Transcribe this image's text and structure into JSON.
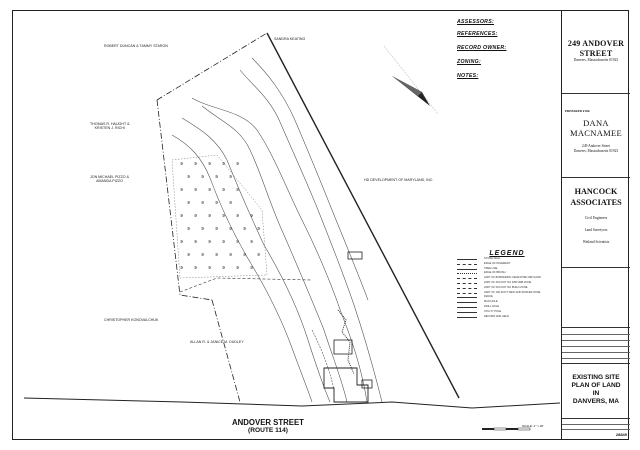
{
  "title_block": {
    "project_name_line1": "249 ANDOVER",
    "project_name_line2": "STREET",
    "project_location": "Danvers, Massachusetts 01923",
    "prepared_for_label": "PREPARED FOR",
    "client_line1": "DANA",
    "client_line2": "MACNAMEE",
    "client_address1": "249 Andover Street",
    "client_address2": "Danvers, Massachusetts 01923",
    "firm_line1": "HANCOCK",
    "firm_line2": "ASSOCIATES",
    "firm_services": [
      "Civil Engineers",
      "Land Surveyors",
      "Wetland Scientists"
    ],
    "drawing_title_line1": "EXISTING SITE",
    "drawing_title_line2": "PLAN OF LAND",
    "drawing_title_line3": "IN",
    "drawing_title_line4": "DANVERS, MA",
    "sheet_number": "28849"
  },
  "notes": {
    "assessors_heading": "ASSESSORS:",
    "references_heading": "REFERENCES:",
    "record_owner_heading": "RECORD OWNER:",
    "zoning_heading": "ZONING:",
    "notes_heading": "NOTES:"
  },
  "abutters": {
    "duncan": [
      "ROBERT DUNCAN & TAMMY STARON"
    ],
    "keating": [
      "SANDRA KEATING"
    ],
    "haught": [
      "THOMAS R. HAUGHT &",
      "KRISTEN J. RICHI"
    ],
    "pizzo": [
      "JON MICHAEL PIZZO &",
      "AMANDA PIZZO"
    ],
    "development": [
      "HD DEVELOPMENT OF MARYLAND, INC."
    ],
    "konovalchuk": [
      "CHRISTOPHER KONOVALCHUK"
    ],
    "dudley": [
      "ALLAN R. & JANICE M. DUDLEY"
    ]
  },
  "legend": {
    "title": "LEGEND",
    "items": [
      "STONE WALL",
      "EDGE OF PAVEMENT",
      "TREE LINE",
      "EDGE OF BRUSH",
      "LIMIT OF BORDERING VEGETATED WETLAND",
      "LIMIT OF 25-FOOT NO DISTURB ZONE",
      "LIMIT OF 50-FOOT NO BUILD ZONE",
      "LIMIT OF 100-FOOT WETLAND BUFFER ZONE",
      "FENCE",
      "MAN HOLE",
      "DRILL HOLE",
      "UTILITY POLE",
      "RECORD AND HELD"
    ]
  },
  "street": {
    "name": "ANDOVER STREET",
    "route": "(ROUTE 114)"
  },
  "scale_text": "SCALE: 1\" = 30'",
  "colors": {
    "line": "#222222",
    "contour": "#444444",
    "paper": "#ffffff"
  }
}
